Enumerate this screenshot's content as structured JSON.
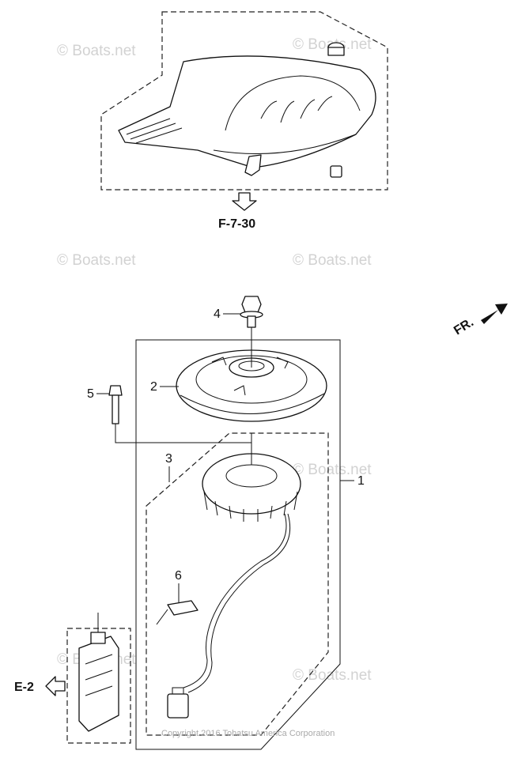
{
  "watermark": "© Boats.net",
  "copyright": "Copyright 2016 Tohatsu America Corporation",
  "callouts": {
    "part_1": "1",
    "part_2": "2",
    "part_3": "3",
    "part_4": "4",
    "part_5": "5",
    "part_6": "6"
  },
  "references": {
    "upper_ref": "F-7-30",
    "left_ref": "E-2",
    "front_indicator": "FR."
  }
}
